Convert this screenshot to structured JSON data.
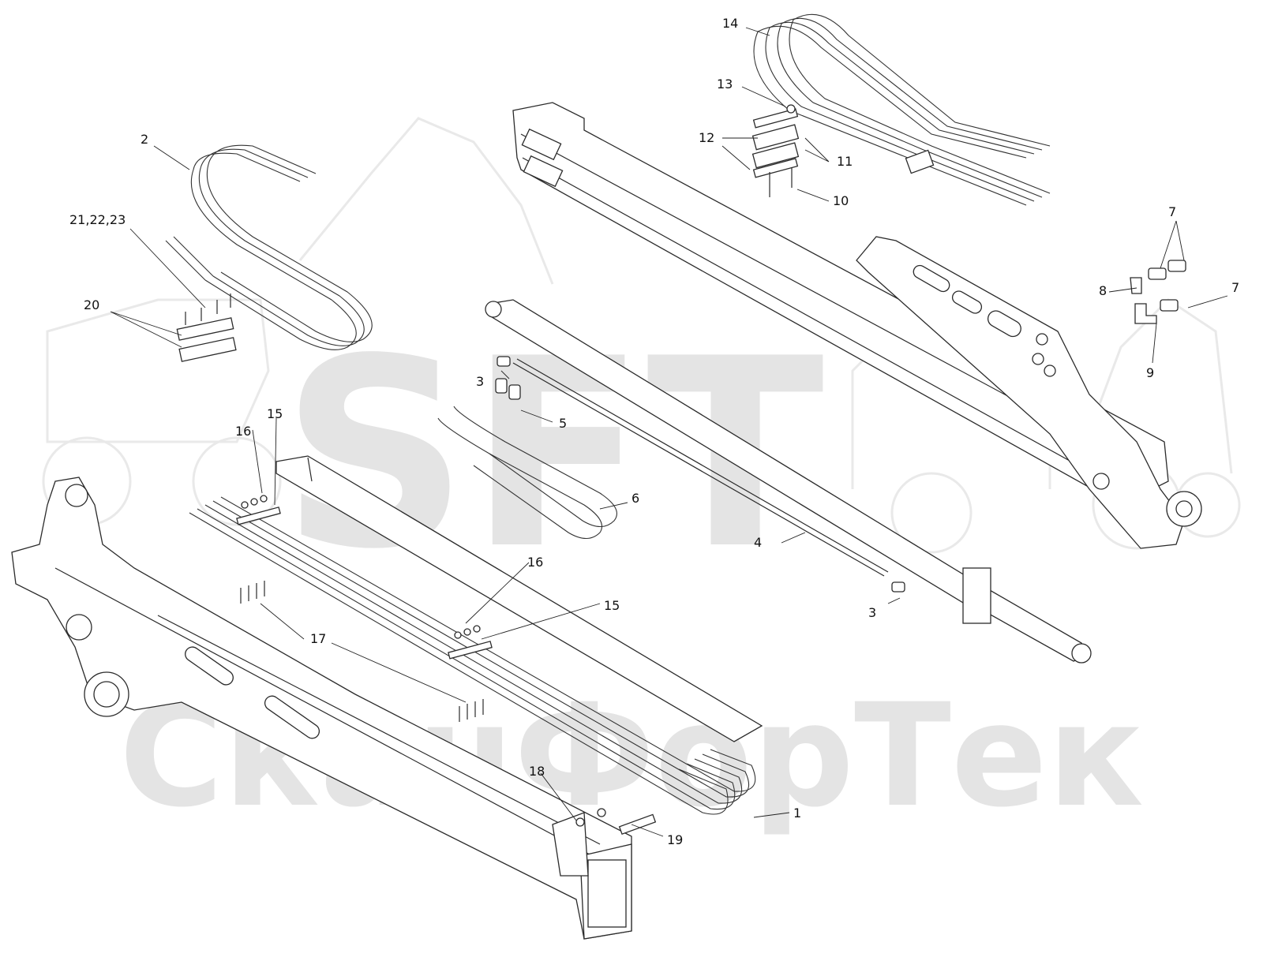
{
  "watermark": {
    "logo_text": "SFT",
    "company_text": "СканФорТек"
  },
  "callouts": [
    {
      "id": "c1",
      "label": "1"
    },
    {
      "id": "c2",
      "label": "2"
    },
    {
      "id": "c3a",
      "label": "3"
    },
    {
      "id": "c3b",
      "label": "3"
    },
    {
      "id": "c4",
      "label": "4"
    },
    {
      "id": "c5",
      "label": "5"
    },
    {
      "id": "c6",
      "label": "6"
    },
    {
      "id": "c7a",
      "label": "7"
    },
    {
      "id": "c7b",
      "label": "7"
    },
    {
      "id": "c8",
      "label": "8"
    },
    {
      "id": "c9",
      "label": "9"
    },
    {
      "id": "c10",
      "label": "10"
    },
    {
      "id": "c11",
      "label": "11"
    },
    {
      "id": "c12",
      "label": "12"
    },
    {
      "id": "c13",
      "label": "13"
    },
    {
      "id": "c14",
      "label": "14"
    },
    {
      "id": "c15a",
      "label": "15"
    },
    {
      "id": "c15b",
      "label": "15"
    },
    {
      "id": "c16a",
      "label": "16"
    },
    {
      "id": "c16b",
      "label": "16"
    },
    {
      "id": "c17",
      "label": "17"
    },
    {
      "id": "c18",
      "label": "18"
    },
    {
      "id": "c19",
      "label": "19"
    },
    {
      "id": "c20",
      "label": "20"
    },
    {
      "id": "c21",
      "label": "21,22,23"
    }
  ]
}
